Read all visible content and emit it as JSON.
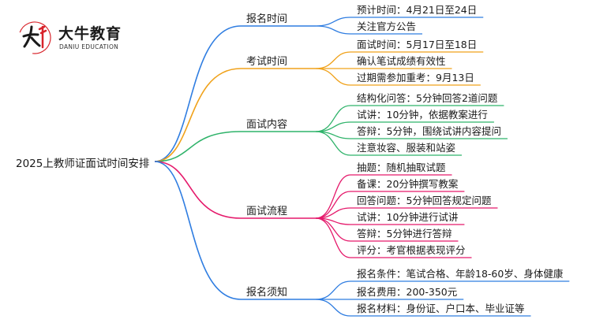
{
  "logo": {
    "cn": "大牛教育",
    "en": "DANIU EDUCATION"
  },
  "colors": {
    "blue": "#2f7de1",
    "orange": "#f0a21b",
    "green": "#2fb36a",
    "pink": "#e5196b"
  },
  "root": "2025上教师证面试时间安排",
  "branches": [
    {
      "label": "报名时间",
      "color": "blue",
      "leaves": [
        "预计时间：4月21日至24日",
        "关注官方公告"
      ]
    },
    {
      "label": "考试时间",
      "color": "orange",
      "leaves": [
        "面试时间：5月17日至18日",
        "确认笔试成绩有效性",
        "过期需参加重考：9月13日"
      ]
    },
    {
      "label": "面试内容",
      "color": "green",
      "leaves": [
        "结构化问答：5分钟回答2道问题",
        "试讲：10分钟，依据教案进行",
        "答辩：5分钟，围绕试讲内容提问",
        "注意妆容、服装和站姿"
      ]
    },
    {
      "label": "面试流程",
      "color": "pink",
      "leaves": [
        "抽题：随机抽取试题",
        "备课：20分钟撰写教案",
        "回答问题：5分钟回答规定问题",
        "试讲：10分钟进行试讲",
        "答辩：5分钟进行答辩",
        "评分：考官根据表现评分"
      ]
    },
    {
      "label": "报名须知",
      "color": "blue",
      "leaves": [
        "报名条件：笔试合格、年龄18-60岁、身体健康",
        "报名费用：200-350元",
        "报名材料：身份证、户口本、毕业证等"
      ]
    }
  ]
}
